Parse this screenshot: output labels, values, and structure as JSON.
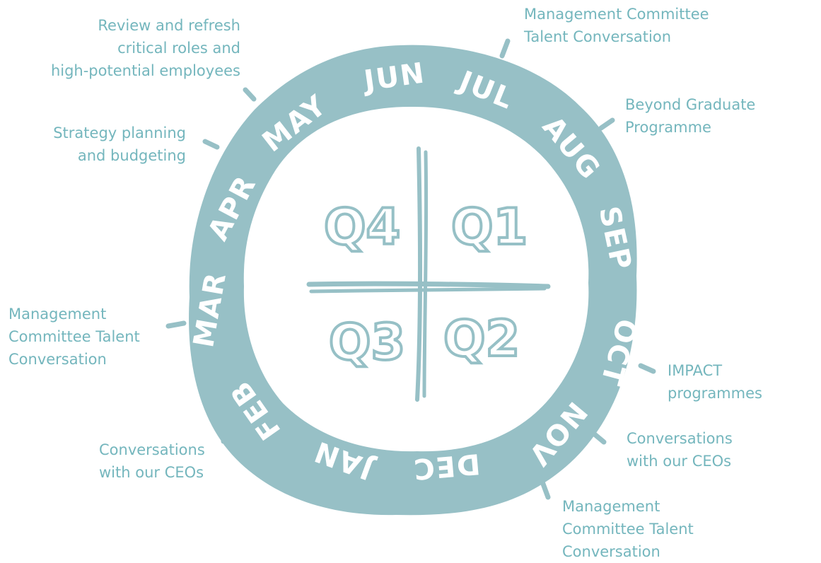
{
  "colors": {
    "ring": "#97c0c6",
    "text": "#74b6bd",
    "month_text": "#ffffff"
  },
  "months": [
    {
      "label": "JUN"
    },
    {
      "label": "JUL"
    },
    {
      "label": "AUG"
    },
    {
      "label": "SEP"
    },
    {
      "label": "OCT"
    },
    {
      "label": "NOV"
    },
    {
      "label": "DEC"
    },
    {
      "label": "JAN"
    },
    {
      "label": "FEB"
    },
    {
      "label": "MAR"
    },
    {
      "label": "APR"
    },
    {
      "label": "MAY"
    }
  ],
  "quarters": {
    "q1": "Q1",
    "q2": "Q2",
    "q3": "Q3",
    "q4": "Q4"
  },
  "notes": {
    "jun_jul": "Management Committee\nTalent Conversation",
    "aug": "Beyond Graduate\nProgramme",
    "oct": "IMPACT programmes",
    "nov": "Conversations\nwith our CEOs",
    "dec": "Management\nCommittee Talent\nConversation",
    "feb": "Conversations\nwith our CEOs",
    "mar": "Management\nCommittee Talent\nConversation",
    "apr_may": "Strategy planning\nand budgeting",
    "may_jun": "Review and refresh\ncritical roles and\nhigh-potential employees"
  }
}
